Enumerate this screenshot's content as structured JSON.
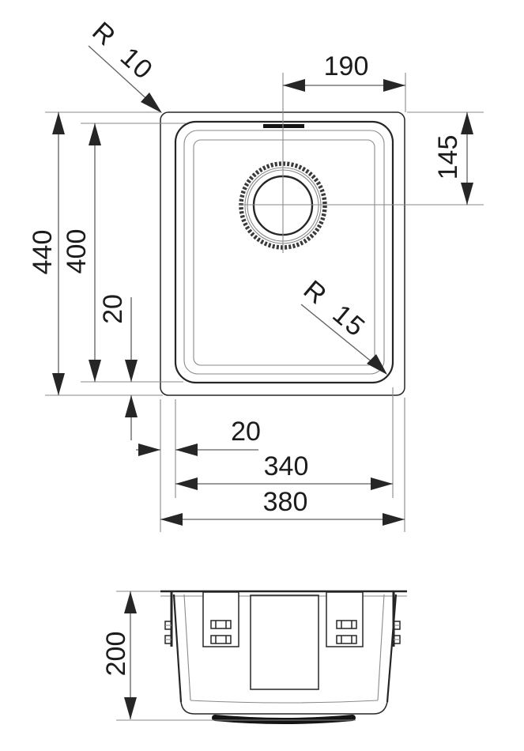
{
  "colors": {
    "bg": "#ffffff",
    "line": "#262626",
    "dim_line": "#5f5f5f",
    "thin_line": "#8a8a8a",
    "text": "#1c1c1c"
  },
  "top_view": {
    "corner_radius_label": "R 10",
    "bowl_corner_radius_label": "R 15",
    "drain_to_right_edge": "190",
    "top_edge_to_drain": "145",
    "outer_length": "440",
    "bowl_length": "400",
    "bowl_offset_vertical": "20",
    "bowl_offset_horizontal": "20",
    "bowl_width": "340",
    "outer_width": "380"
  },
  "side_view": {
    "depth": "200"
  }
}
